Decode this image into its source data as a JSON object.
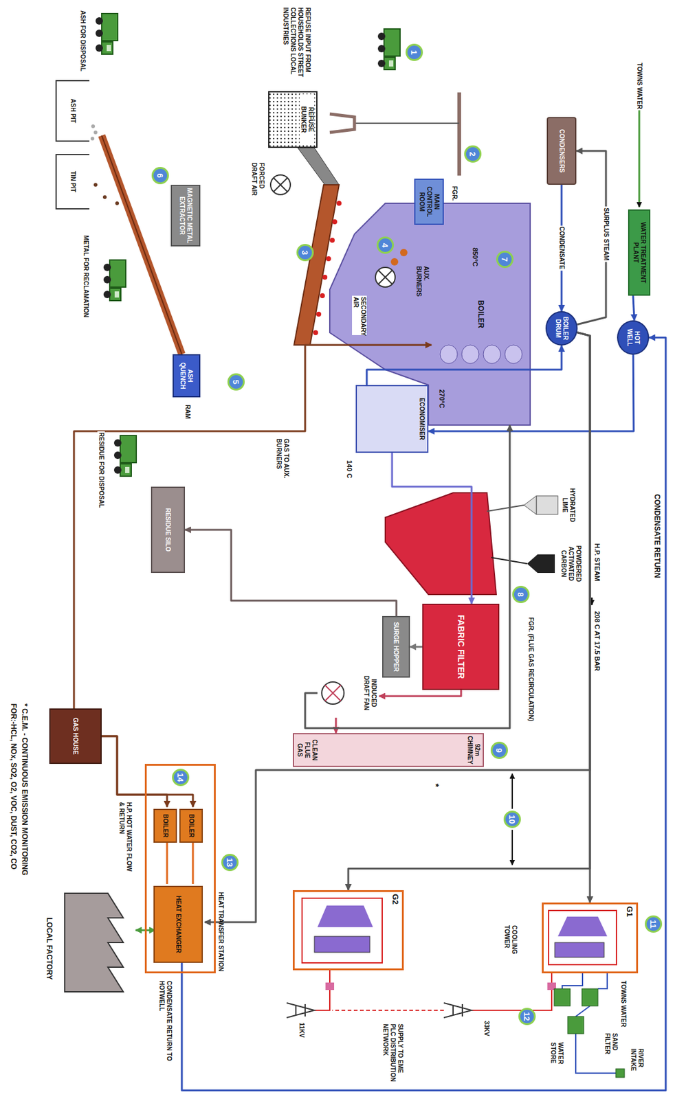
{
  "diagram": {
    "nodes": [
      {
        "text": [
          "WATER TREATMENT PLANT"
        ]
      },
      {
        "text": [
          "HOT WELL"
        ]
      },
      {
        "text": [
          "CONDENSERS"
        ]
      },
      {
        "text": [
          "BOILER DRUM"
        ]
      },
      {
        "text": [
          "REFUSE BUNKER"
        ]
      },
      {
        "text": [
          "MAIN CONTROL ROOM"
        ]
      },
      {
        "text": [
          "BOILER"
        ]
      },
      {
        "text": [
          "ECONOMISER"
        ]
      },
      {
        "text": [
          "HYDRATED LIME"
        ]
      },
      {
        "text": [
          "POWDERED ACTIVATED CARBON"
        ]
      },
      {
        "text": [
          "FABRIC FILTER"
        ]
      },
      {
        "text": [
          "SURGE HOPPER"
        ]
      },
      {
        "text": [
          "RESIDUE SILO"
        ]
      },
      {
        "text": [
          "INDUCED DRAFT FAN"
        ]
      },
      {
        "text": [
          "92m CHIMNEY",
          "CLEAN FLUE GAS"
        ]
      },
      {
        "text": [
          "MAGNETIC METAL EXTRACTOR"
        ]
      },
      {
        "text": [
          "ASH QUENCH"
        ]
      },
      {
        "text": [
          "ASH PIT"
        ]
      },
      {
        "text": [
          "TIN PIT"
        ]
      },
      {
        "text": [
          "GAS HOUSE"
        ]
      },
      {
        "text": [
          "HEAT TRANSFER STATION"
        ]
      },
      {
        "text": [
          "BOILER"
        ],
        "in": 20
      },
      {
        "text": [
          "BOILER"
        ],
        "in": 20
      },
      {
        "text": [
          "HEAT EXCHANGER"
        ],
        "in": 20
      },
      {
        "text": [
          "LOCAL FACTORY"
        ]
      },
      {
        "text": [
          "G2"
        ]
      },
      {
        "text": [
          "G1"
        ]
      }
    ],
    "edges": [
      {
        "from": 0,
        "to": 1,
        "arrow": "to"
      },
      {
        "from": 1,
        "to": 7,
        "arrow": "to"
      },
      {
        "from": 7,
        "to": 3,
        "arrow": "to"
      },
      {
        "from": 3,
        "to": 2,
        "arrow": "to",
        "label": "SURPLUS STEAM"
      },
      {
        "from": 2,
        "to": 3,
        "arrow": "to",
        "label": "CONDENSATE"
      },
      {
        "from": 3,
        "to": 26,
        "arrow": "to"
      },
      {
        "from": 3,
        "to": 25,
        "arrow": "to"
      },
      {
        "from": 3,
        "to": 23,
        "arrow": "to"
      },
      {
        "from": 7,
        "to": 10,
        "arrow": "to"
      },
      {
        "from": 10,
        "to": 11,
        "arrow": "to"
      },
      {
        "from": 11,
        "to": 12,
        "arrow": "to"
      },
      {
        "from": 10,
        "to": 13,
        "arrow": "to"
      },
      {
        "from": 13,
        "to": 14,
        "arrow": "to"
      },
      {
        "from": 13,
        "to": 6,
        "arrow": "to"
      },
      {
        "from": 19,
        "to": 21,
        "arrow": "to"
      },
      {
        "from": 19,
        "to": 22,
        "arrow": "to"
      },
      {
        "from": 19,
        "to": 6,
        "arrow": "to"
      },
      {
        "from": 21,
        "to": 23,
        "arrow": "none"
      },
      {
        "from": 22,
        "to": 23,
        "arrow": "none"
      },
      {
        "from": 23,
        "to": 24,
        "arrow": "both"
      },
      {
        "from": 23,
        "to": 1,
        "arrow": "to"
      }
    ],
    "labels": [
      "TOWNS WATER",
      "CONDENSATE RETURN",
      "H.P. STEAM",
      "208 C AT 17.5 BAR",
      "REFUSE INPUT FROM HOUSEHOLDS STREET COLLECTIONS LOCAL INDUSTRIES",
      "FGR.",
      "850°C",
      "AUX. BURNERS",
      "SECONDARY AIR",
      "FORCED DRAFT AIR",
      "270°C",
      "140 C",
      "GAS TO AUX. BURNERS",
      "FGR. (FLUE GAS RECIRCULATION)",
      "*",
      "RESIDUE FOR DISPOSAL",
      "RAM",
      "ASH FOR DISPOSAL",
      "METAL FOR RECLAMATION",
      "H.P. HOT WATER FLOW & RETURN",
      "CONDENSATE RETURN TO HOTWELL",
      "11KV",
      "33KV",
      "COOLING TOWER",
      "TOWNS WATER",
      "SAND FILTER",
      "RIVER INTAKE",
      "WATER STORE",
      "SUPPLY TO EME PLC DISTRIBUTION NETWORK",
      "* C.E.M. - CONTINUOUS EMISSION MONITORING",
      "FOR:-HCL, NOx, SO2, O2, VOC, DUST, CO2, CO",
      "1",
      "2",
      "3",
      "4",
      "5",
      "6",
      "7",
      "8",
      "9",
      "10",
      "11",
      "12",
      "13",
      "14"
    ]
  }
}
